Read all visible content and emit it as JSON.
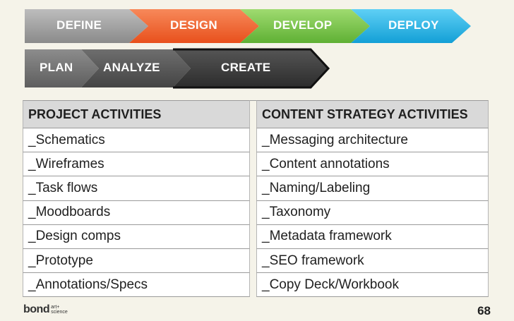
{
  "phases": {
    "define": "DEFINE",
    "design": "DESIGN",
    "develop": "DEVELOP",
    "deploy": "DEPLOY"
  },
  "subphases": {
    "plan": "PLAN",
    "analyze": "ANALYZE",
    "create": "CREATE"
  },
  "colors": {
    "define": "#9e9e9e",
    "design": "#f0622a",
    "develop": "#7ac74a",
    "deploy": "#25b5e8",
    "plan": "#727272",
    "analyze": "#555555",
    "create": "#3b3b3b"
  },
  "table": {
    "headers": [
      "PROJECT ACTIVITIES",
      "CONTENT STRATEGY ACTIVITIES"
    ],
    "rows": [
      [
        "_Schematics",
        "_Messaging architecture"
      ],
      [
        "_Wireframes",
        "_Content annotations"
      ],
      [
        "_Task flows",
        "_Naming/Labeling"
      ],
      [
        "_Moodboards",
        "_Taxonomy"
      ],
      [
        "_Design comps",
        "_Metadata framework"
      ],
      [
        "_Prototype",
        "_SEO framework"
      ],
      [
        "_Annotations/Specs",
        "_Copy Deck/Workbook"
      ]
    ]
  },
  "footer": {
    "logo_word": "bond",
    "logo_sub_top": "art+",
    "logo_sub_bottom": "science",
    "page_number": "68"
  }
}
